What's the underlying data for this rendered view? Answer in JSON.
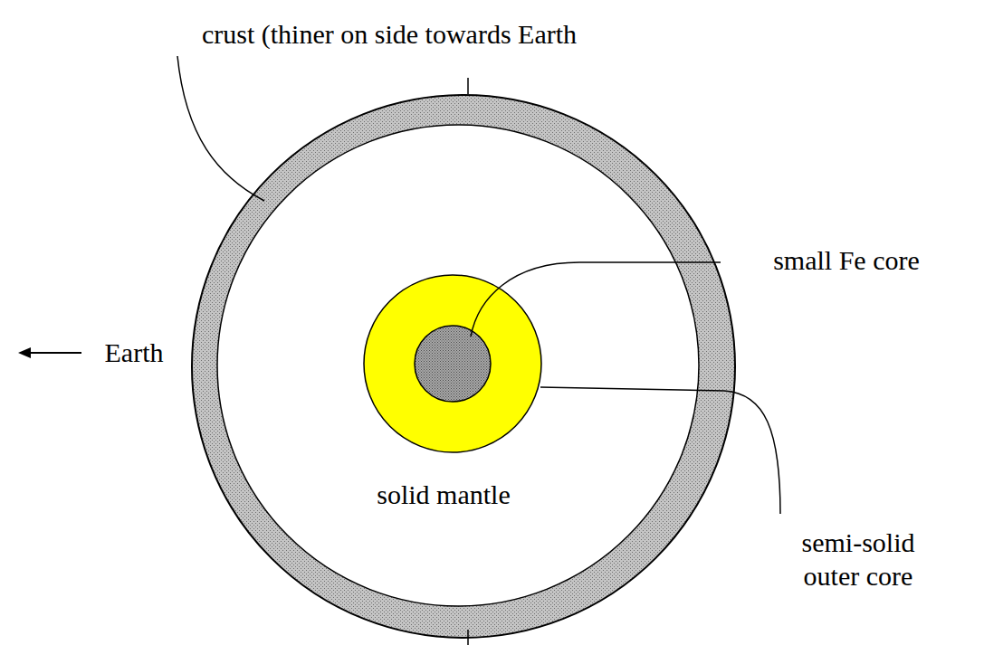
{
  "diagram": {
    "labels": [
      "crust (thiner on side towards Earth",
      "small Fe core",
      "Earth",
      "solid mantle",
      "semi-solid outer core"
    ]
  }
}
